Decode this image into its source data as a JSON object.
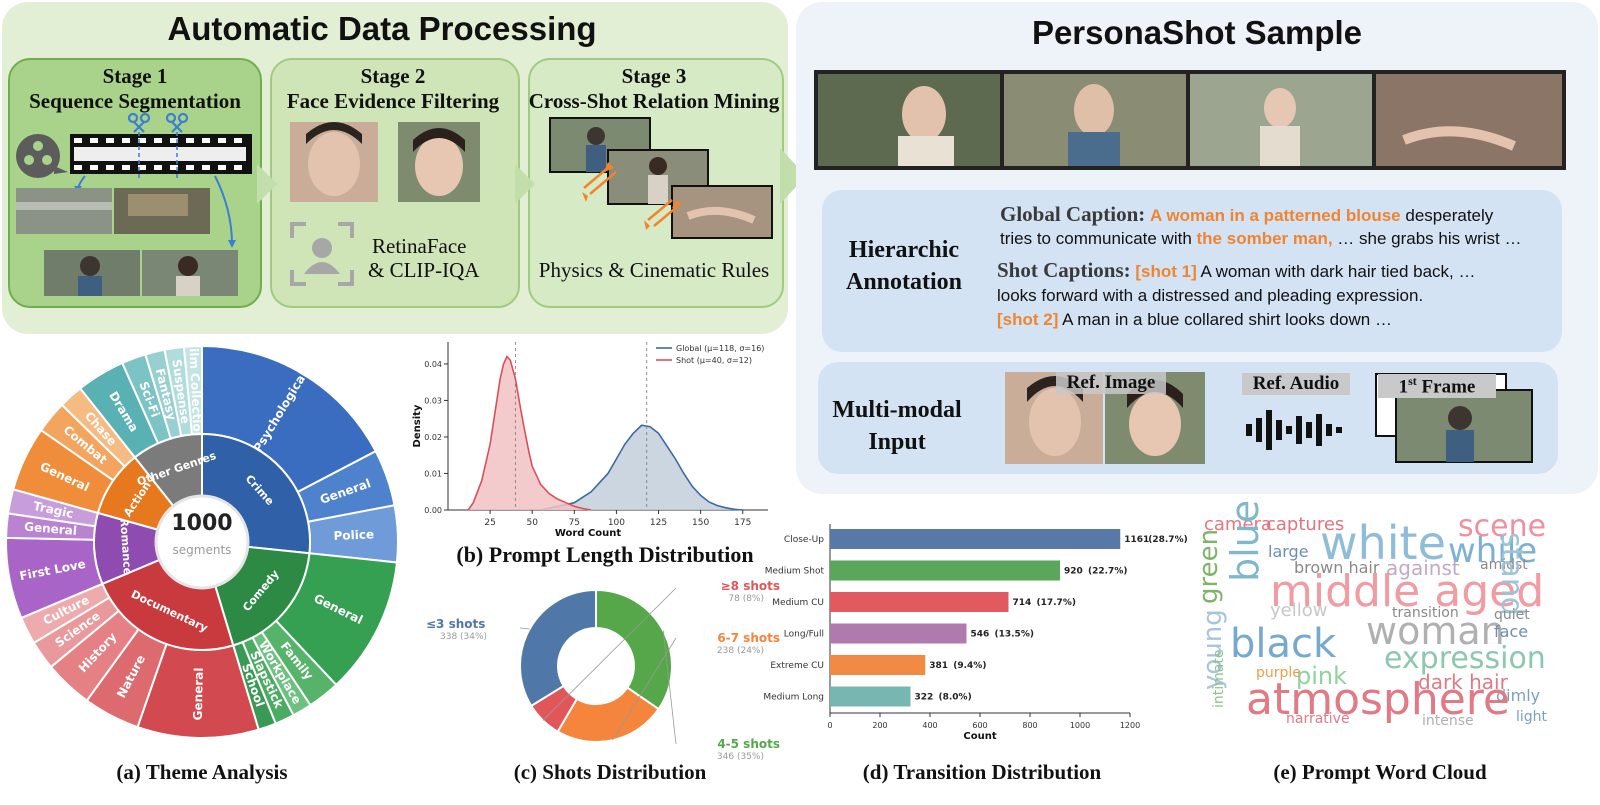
{
  "header": {
    "processing_title": "Automatic Data Processing",
    "sample_title": "PersonaShot Sample"
  },
  "stages": [
    {
      "title": "Stage 1",
      "subtitle": "Sequence Segmentation"
    },
    {
      "title": "Stage 2",
      "subtitle": "Face Evidence Filtering",
      "tool1": "RetinaFace",
      "tool2": "& CLIP-IQA"
    },
    {
      "title": "Stage 3",
      "subtitle": "Cross-Shot Relation Mining",
      "rule": "Physics & Cinematic Rules"
    }
  ],
  "annotation": {
    "label1": "Hierarchic",
    "label2": "Annotation",
    "global_head": "Global Caption:",
    "global_hl1": "A woman in a patterned blouse",
    "global_t1": " desperately",
    "global_t2": "tries to communicate with ",
    "global_hl2": "the somber man,",
    "global_t3": " … she grabs his wrist …",
    "shot_head": "Shot Captions:",
    "shot1_tag": "[shot 1]",
    "shot1_t1": " A woman with dark hair tied back, …",
    "shot1_t2": "looks forward with a distressed and pleading expression.",
    "shot2_tag": "[shot 2]",
    "shot2_t": " A man in a blue collared shirt looks down …"
  },
  "inputs": {
    "label1": "Multi-modal",
    "label2": "Input",
    "ref_image": "Ref. Image",
    "ref_audio": "Ref. Audio",
    "first_frame_num": "1",
    "first_frame_sup": "st",
    "first_frame_word": " Frame"
  },
  "captions": {
    "a": "(a) Theme Analysis",
    "b": "(b) Prompt Length Distribution",
    "c": "(c) Shots Distribution",
    "d": "(d) Transition Distribution",
    "e": "(e) Prompt Word Cloud"
  },
  "chart_data": [
    {
      "type": "pie",
      "name": "theme",
      "center_value": "1000",
      "center_label": "segments",
      "inner": [
        {
          "label": "Crime",
          "value": 200,
          "color": "#2f60a8"
        },
        {
          "label": "Comedy",
          "value": 140,
          "color": "#2c8a44"
        },
        {
          "label": "Documentary",
          "value": 175,
          "color": "#c93a3f"
        },
        {
          "label": "Romance",
          "value": 80,
          "color": "#8e4bb0"
        },
        {
          "label": "Action",
          "value": 75,
          "color": "#e6781d"
        },
        {
          "label": "Other Genres",
          "value": 80,
          "color": "#7b7b7b"
        }
      ],
      "outer": [
        {
          "label": "Psychological",
          "value": 130,
          "color": "#3a6dc0"
        },
        {
          "label": "General",
          "value": 35,
          "color": "#4e82cc"
        },
        {
          "label": "Police",
          "value": 35,
          "color": "#6f9bd9"
        },
        {
          "label": "General",
          "value": 85,
          "color": "#36a052"
        },
        {
          "label": "Family",
          "value": 20,
          "color": "#55b46a"
        },
        {
          "label": "Workplace",
          "value": 12,
          "color": "#6cc080"
        },
        {
          "label": "Slapstick",
          "value": 12,
          "color": "#4cab63"
        },
        {
          "label": "School",
          "value": 11,
          "color": "#3a9a55"
        },
        {
          "label": "General",
          "value": 75,
          "color": "#d24a4f"
        },
        {
          "label": "Nature",
          "value": 35,
          "color": "#dd6a6e"
        },
        {
          "label": "History",
          "value": 30,
          "color": "#e58185"
        },
        {
          "label": "Science",
          "value": 18,
          "color": "#e9989b"
        },
        {
          "label": "Culture",
          "value": 17,
          "color": "#edabad"
        },
        {
          "label": "First Love",
          "value": 50,
          "color": "#a865c7"
        },
        {
          "label": "General",
          "value": 15,
          "color": "#b983d2"
        },
        {
          "label": "Tragic",
          "value": 15,
          "color": "#c79ddb"
        },
        {
          "label": "General",
          "value": 40,
          "color": "#f08d3a"
        },
        {
          "label": "Combat",
          "value": 20,
          "color": "#f3a55f"
        },
        {
          "label": "Chase",
          "value": 15,
          "color": "#f6bb82"
        },
        {
          "label": "Drama",
          "value": 30,
          "color": "#5ab1b3"
        },
        {
          "label": "Sci-Fi",
          "value": 15,
          "color": "#7bc3c4"
        },
        {
          "label": "Fantasy",
          "value": 12,
          "color": "#98d0d1"
        },
        {
          "label": "Suspense",
          "value": 12,
          "color": "#b1dcdc"
        },
        {
          "label": "Film Collection",
          "value": 11,
          "color": "#c4e4e4"
        }
      ]
    },
    {
      "type": "area",
      "name": "prompt_length",
      "xlabel": "Word Count",
      "ylabel": "Density",
      "xlim": [
        0,
        190
      ],
      "ylim": [
        0,
        0.046
      ],
      "xticks": [
        25,
        50,
        75,
        100,
        125,
        150,
        175
      ],
      "yticks": [
        0.0,
        0.01,
        0.02,
        0.03,
        0.04
      ],
      "series": [
        {
          "name": "Global (μ=118, σ=16)",
          "color": "#3a6aa3",
          "fill": "#c3cfdc",
          "x": [
            55,
            65,
            75,
            85,
            95,
            100,
            105,
            110,
            115,
            120,
            125,
            130,
            135,
            140,
            145,
            150,
            155,
            160,
            165,
            170,
            175
          ],
          "y": [
            0.0,
            0.001,
            0.002,
            0.005,
            0.01,
            0.014,
            0.018,
            0.021,
            0.0232,
            0.0228,
            0.021,
            0.0175,
            0.014,
            0.01,
            0.0065,
            0.004,
            0.0022,
            0.0012,
            0.0006,
            0.0002,
            0.0
          ]
        },
        {
          "name": "Shot   (μ=40, σ=12)",
          "color": "#d9505a",
          "fill": "#f2c2c4",
          "x": [
            12,
            15,
            20,
            25,
            28,
            31,
            33,
            35,
            37,
            40,
            43,
            45,
            48,
            50,
            55,
            60,
            65,
            70,
            75,
            80,
            85
          ],
          "y": [
            0.0,
            0.002,
            0.008,
            0.018,
            0.027,
            0.036,
            0.04,
            0.042,
            0.041,
            0.036,
            0.028,
            0.023,
            0.016,
            0.012,
            0.007,
            0.0045,
            0.003,
            0.002,
            0.001,
            0.0004,
            0.0
          ]
        }
      ],
      "vlines": [
        40,
        118
      ]
    },
    {
      "type": "pie",
      "name": "shots",
      "slices": [
        {
          "label": "≤3 shots",
          "sub": "338 (34%)",
          "value": 338,
          "color": "#4f78a8"
        },
        {
          "label": "4-5 shots",
          "sub": "346 (35%)",
          "value": 346,
          "color": "#55a74a"
        },
        {
          "label": "6-7 shots",
          "sub": "238 (24%)",
          "value": 238,
          "color": "#f5843c"
        },
        {
          "label": "≥8 shots",
          "sub": "78 (8%)",
          "value": 78,
          "color": "#e15659"
        }
      ]
    },
    {
      "type": "bar",
      "name": "transition",
      "xlabel": "Count",
      "xlim": [
        0,
        1200
      ],
      "xticks": [
        0,
        200,
        400,
        600,
        800,
        1000,
        1200
      ],
      "categories": [
        "Close-Up",
        "Medium Shot",
        "Medium CU",
        "Long/Full",
        "Extreme CU",
        "Medium Long"
      ],
      "values": [
        1161,
        920,
        714,
        546,
        381,
        322
      ],
      "labels": [
        "1161",
        "920",
        "714",
        "546",
        "381",
        "322"
      ],
      "pcts": [
        "(28.7%)",
        "(22.7%)",
        "(17.7%)",
        "(13.5%)",
        "(9.4%)",
        "(8.0%)"
      ],
      "colors": [
        "#5878a8",
        "#5aa65a",
        "#e15a5f",
        "#b07aaf",
        "#f28a45",
        "#76b7b2"
      ]
    }
  ],
  "wordcloud": [
    {
      "w": "camera",
      "s": 18,
      "c": "#e77580"
    },
    {
      "w": "captures",
      "s": 18,
      "c": "#e0737c"
    },
    {
      "w": "scene",
      "s": 30,
      "c": "#f08fa0"
    },
    {
      "w": "white",
      "s": 46,
      "c": "#8fbcd9"
    },
    {
      "w": "while",
      "s": 34,
      "c": "#7cb1d4"
    },
    {
      "w": "green",
      "s": 26,
      "c": "#7fb36a"
    },
    {
      "w": "blue",
      "s": 38,
      "c": "#7fb7cc"
    },
    {
      "w": "large",
      "s": 16,
      "c": "#6a8fb8"
    },
    {
      "w": "brown hair",
      "s": 16,
      "c": "#8a8a8a"
    },
    {
      "w": "against",
      "s": 20,
      "c": "#c3a9c6"
    },
    {
      "w": "amidst",
      "s": 14,
      "c": "#8a8a8a"
    },
    {
      "w": "middle aged",
      "s": 44,
      "c": "#f19ba3"
    },
    {
      "w": "stand",
      "s": 30,
      "c": "#9ec4d8"
    },
    {
      "w": "yellow",
      "s": 18,
      "c": "#c8c8c8"
    },
    {
      "w": "transition",
      "s": 14,
      "c": "#8a8a8a"
    },
    {
      "w": "quiet",
      "s": 14,
      "c": "#8a8a8a"
    },
    {
      "w": "woman",
      "s": 38,
      "c": "#b0b0b0"
    },
    {
      "w": "face",
      "s": 16,
      "c": "#6a8fb8"
    },
    {
      "w": "black",
      "s": 40,
      "c": "#76a9cf"
    },
    {
      "w": "expression",
      "s": 30,
      "c": "#8cc7b0"
    },
    {
      "w": "young",
      "s": 26,
      "c": "#a6c6d9"
    },
    {
      "w": "pink",
      "s": 24,
      "c": "#8fd1a0"
    },
    {
      "w": "dark hair",
      "s": 20,
      "c": "#e07a85"
    },
    {
      "w": "purple",
      "s": 14,
      "c": "#e6a050"
    },
    {
      "w": "dimly",
      "s": 16,
      "c": "#7aa0c0"
    },
    {
      "w": "atmosphere",
      "s": 44,
      "c": "#e07a85"
    },
    {
      "w": "narrative",
      "s": 14,
      "c": "#e07a85"
    },
    {
      "w": "intense",
      "s": 14,
      "c": "#b0b0b0"
    },
    {
      "w": "light",
      "s": 14,
      "c": "#7aa0c0"
    },
    {
      "w": "intimate",
      "s": 14,
      "c": "#8fbf8f"
    }
  ]
}
